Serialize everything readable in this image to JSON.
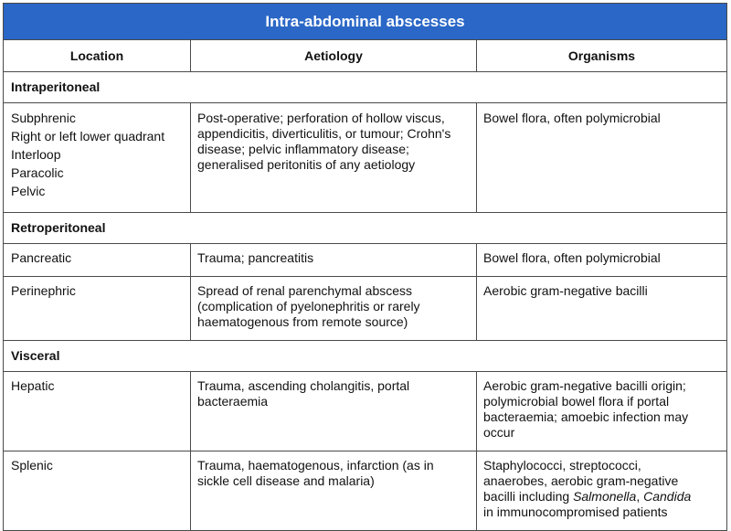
{
  "title": "Intra-abdominal abscesses",
  "headers": {
    "location": "Location",
    "aetiology": "Aetiology",
    "organisms": "Organisms"
  },
  "sections": {
    "intraperitoneal": {
      "label": "Intraperitoneal",
      "rows": [
        {
          "locations": [
            "Subphrenic",
            "Right or left lower quadrant",
            "Interloop",
            "Paracolic",
            "Pelvic"
          ],
          "aetiology": [
            "Post-operative; perforation of hollow viscus,",
            "appendicitis, diverticulitis, or tumour; Crohn's",
            "disease; pelvic inflammatory disease;",
            "generalised peritonitis of any aetiology"
          ],
          "organisms": [
            "Bowel flora, often polymicrobial"
          ]
        }
      ]
    },
    "retroperitoneal": {
      "label": "Retroperitoneal",
      "rows": [
        {
          "location": "Pancreatic",
          "aetiology": [
            "Trauma; pancreatitis"
          ],
          "organisms": [
            "Bowel flora, often polymicrobial"
          ]
        },
        {
          "location": "Perinephric",
          "aetiology": [
            "Spread of renal parenchymal abscess",
            "(complication of pyelonephritis or rarely",
            "haematogenous from remote source)"
          ],
          "organisms": [
            "Aerobic gram-negative bacilli"
          ]
        }
      ]
    },
    "visceral": {
      "label": "Visceral",
      "rows": [
        {
          "location": "Hepatic",
          "aetiology": [
            "Trauma, ascending cholangitis, portal",
            "bacteraemia"
          ],
          "organisms": [
            "Aerobic gram-negative bacilli origin;",
            "polymicrobial bowel flora if portal",
            "bacteraemia; amoebic infection may",
            "occur"
          ]
        },
        {
          "location": "Splenic",
          "aetiology": [
            "Trauma, haematogenous, infarction (as in",
            "sickle cell disease and malaria)"
          ],
          "organisms": {
            "line1": "Staphylococci, streptococci,",
            "line2": "anaerobes, aerobic gram-negative",
            "line3_prefix": "bacilli including ",
            "line3_salmonella": "Salmonella",
            "line3_sep": ", ",
            "line3_candida": "Candida",
            "line4": "in immunocompromised patients"
          }
        }
      ]
    }
  }
}
